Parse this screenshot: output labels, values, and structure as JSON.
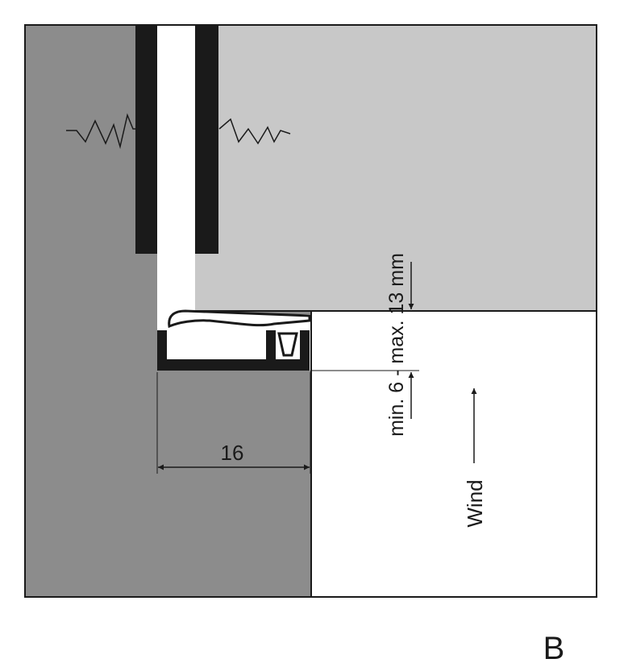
{
  "labels": {
    "width_dimension": "16",
    "gap_dimension": "min. 6 - max. 13 mm",
    "wind": "Wind",
    "figure_letter": "B"
  },
  "colors": {
    "wall": "#8c8c8c",
    "panel": "#c8c8c8",
    "seal": "#1a1a1a",
    "outline": "#1a1a1a",
    "opening": "#ffffff"
  }
}
